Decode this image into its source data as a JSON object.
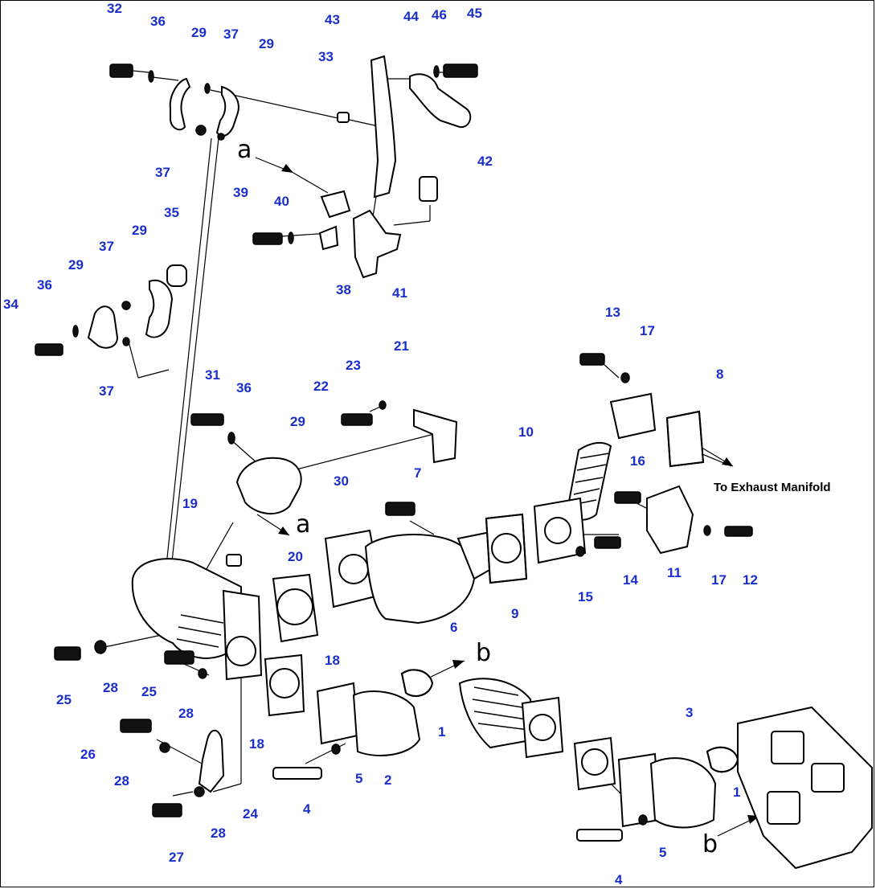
{
  "note": {
    "to_exhaust": "To Exhaust Manifold"
  },
  "refs": [
    "a",
    "a",
    "b",
    "b"
  ],
  "labels": [
    "32",
    "36",
    "29",
    "37",
    "29",
    "43",
    "44",
    "46",
    "45",
    "33",
    "42",
    "37",
    "39",
    "40",
    "38",
    "41",
    "35",
    "29",
    "37",
    "29",
    "36",
    "34",
    "37",
    "31",
    "36",
    "29",
    "30",
    "23",
    "22",
    "21",
    "13",
    "17",
    "8",
    "10",
    "16",
    "7",
    "11",
    "17",
    "12",
    "14",
    "15",
    "9",
    "6",
    "19",
    "20",
    "18",
    "25",
    "28",
    "25",
    "28",
    "18",
    "1",
    "2",
    "5",
    "4",
    "3",
    "1",
    "5",
    "4",
    "26",
    "28",
    "24",
    "28",
    "27"
  ]
}
